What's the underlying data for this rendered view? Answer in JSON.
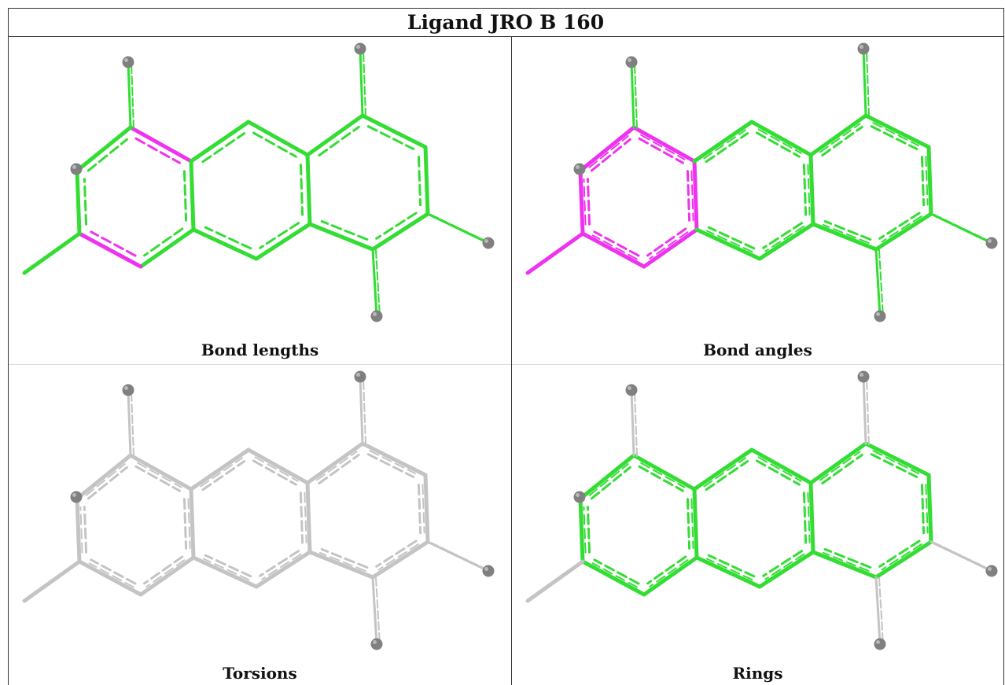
{
  "title": "Ligand JRO B 160",
  "panels": [
    {
      "id": "bond-lengths",
      "label": "Bond lengths",
      "scheme": "lengths"
    },
    {
      "id": "bond-angles",
      "label": "Bond angles",
      "scheme": "angles"
    },
    {
      "id": "torsions",
      "label": "Torsions",
      "scheme": "torsions"
    },
    {
      "id": "rings",
      "label": "Rings",
      "scheme": "rings"
    }
  ],
  "colors": {
    "ok": "#33dd33",
    "outlier": "#ee33ee",
    "neutral": "#c4c4c4",
    "atom": "#808080",
    "border": "#333333"
  }
}
